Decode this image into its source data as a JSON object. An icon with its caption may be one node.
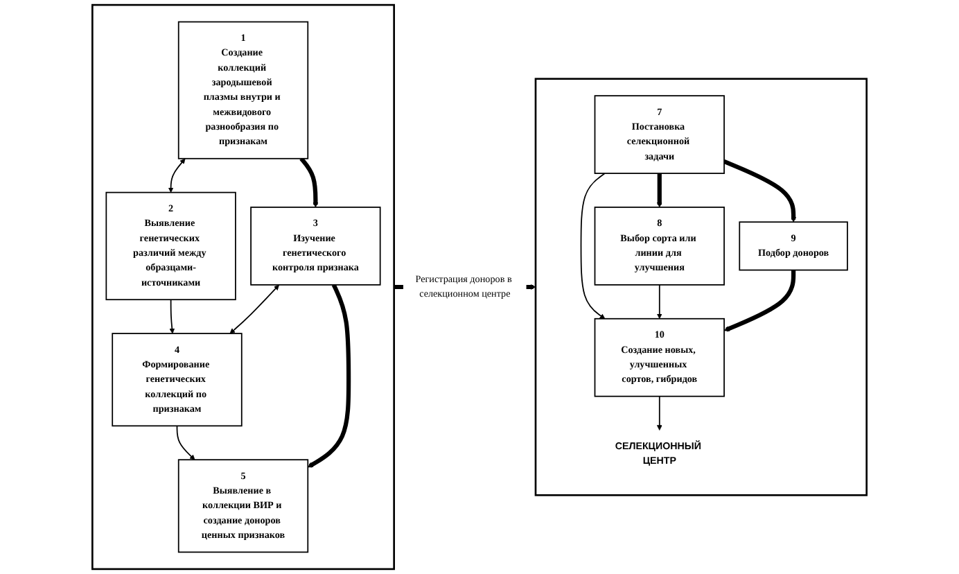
{
  "diagram": {
    "nodes": [
      {
        "text": [],
        "shape": "box"
      },
      {
        "text": [
          "1",
          "Создание коллекций зародышевой плазмы внутри и межвидового разнообразия по признакам"
        ],
        "in": 0
      },
      {
        "text": [
          "2",
          "Выявление генетических различий между образцами-источниками"
        ],
        "in": 0
      },
      {
        "text": [
          "3",
          "Изучение генетического контроля признака"
        ],
        "in": 0
      },
      {
        "text": [
          "4",
          "Формирование генетических коллекций по признакам"
        ],
        "in": 0
      },
      {
        "text": [
          "5",
          "Выявление в коллекции ВИР и создание доноров ценных признаков"
        ],
        "in": 0
      },
      {
        "text": [],
        "shape": "box"
      },
      {
        "text": [
          "7",
          "Постановка селекционной задачи"
        ],
        "in": 6
      },
      {
        "text": [
          "8",
          "Выбор сорта или линии для улучшения"
        ],
        "in": 6
      },
      {
        "text": [
          "9",
          "Подбор доноров"
        ],
        "in": 6
      },
      {
        "text": [
          "10",
          "Создание новых, улучшенных сортов, гибридов"
        ],
        "in": 6
      },
      {
        "text": [
          "СЕЛЕКЦИОННЫЙ ЦЕНТР"
        ],
        "in": 6
      }
    ],
    "edges": [
      {
        "from": 1,
        "to": 2,
        "arrow": "both"
      },
      {
        "from": 1,
        "to": 3,
        "arrow": "to",
        "style": "thick"
      },
      {
        "from": 2,
        "to": 4,
        "arrow": "to"
      },
      {
        "from": 3,
        "to": 4,
        "arrow": "both"
      },
      {
        "from": 3,
        "to": 5,
        "arrow": "to",
        "style": "thick"
      },
      {
        "from": 4,
        "to": 5,
        "arrow": "to"
      },
      {
        "from": 0,
        "to": 6,
        "arrow": "to",
        "label": "Регистрация доноров в селекционном центре",
        "style": "thick"
      },
      {
        "from": 7,
        "to": 8,
        "arrow": "to",
        "style": "thick"
      },
      {
        "from": 7,
        "to": 10,
        "arrow": "to"
      },
      {
        "from": 7,
        "to": 9,
        "arrow": "to",
        "style": "thick"
      },
      {
        "from": 8,
        "to": 10,
        "arrow": "to"
      },
      {
        "from": 9,
        "to": 10,
        "arrow": "to",
        "style": "thick"
      },
      {
        "from": 10,
        "to": 11,
        "arrow": "to"
      }
    ]
  }
}
